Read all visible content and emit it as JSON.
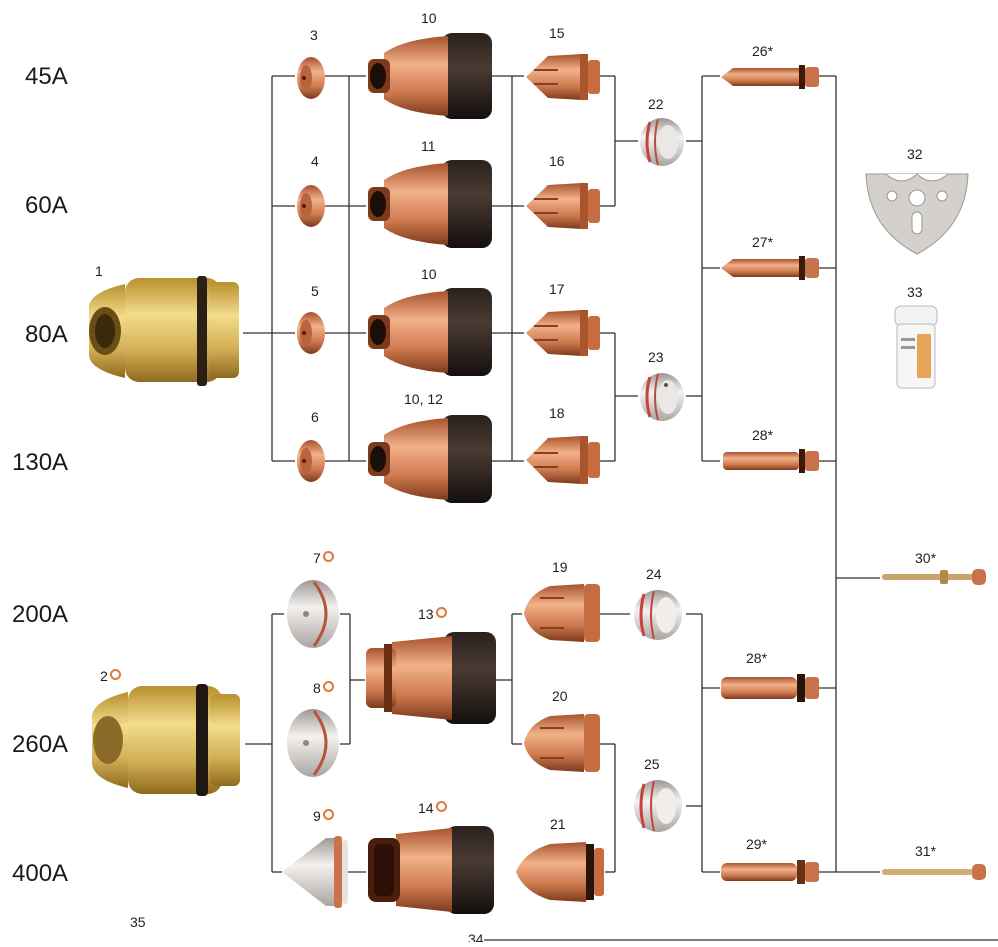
{
  "amperages": {
    "a45": "45A",
    "a60": "60A",
    "a80": "80A",
    "a130": "130A",
    "a200": "200A",
    "a260": "260A",
    "a400": "400A"
  },
  "part_numbers": {
    "p1": "1",
    "p2": "2",
    "p3": "3",
    "p4": "4",
    "p5": "5",
    "p6": "6",
    "p7": "7",
    "p8": "8",
    "p9": "9",
    "p10a": "10",
    "p11": "11",
    "p10b": "10",
    "p10_12": "10, 12",
    "p13": "13",
    "p14": "14",
    "p15": "15",
    "p16": "16",
    "p17": "17",
    "p18": "18",
    "p19": "19",
    "p20": "20",
    "p21": "21",
    "p22": "22",
    "p23": "23",
    "p24": "24",
    "p25": "25",
    "p26": "26*",
    "p27": "27*",
    "p28a": "28*",
    "p28b": "28*",
    "p29": "29*",
    "p30": "30*",
    "p31": "31*",
    "p32": "32",
    "p33": "33",
    "p35": "35",
    "p34": "34"
  },
  "colors": {
    "copper": "#c8734a",
    "brass": "#d4b25c",
    "black_insulator": "#1c1614",
    "silver": "#d8d4d0",
    "line": "#333333",
    "marker": "#e0793a"
  },
  "icons": {
    "retaining_cap": "brass-retaining-cap-icon",
    "shield_small": "copper-shield-icon",
    "shield_silver": "silver-shield-icon",
    "nozzle_retainer": "nozzle-retainer-icon",
    "nozzle": "copper-nozzle-icon",
    "swirl_ring": "swirl-ring-icon",
    "electrode": "electrode-icon",
    "torch_tool": "consumable-tool-icon",
    "lubricant": "lubricant-jar-icon"
  }
}
